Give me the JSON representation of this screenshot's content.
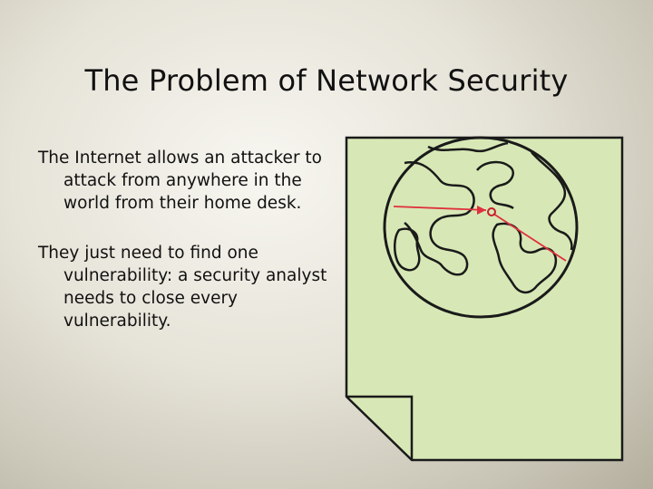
{
  "slide": {
    "title": "The Problem of Network Security",
    "paragraphs": [
      "The Internet allows an attacker to attack from anywhere in the world from their home desk.",
      "They just need to find one vulnerability: a security analyst needs to close every vulnerability."
    ]
  },
  "illustration": {
    "icons": [
      "document-folded-corner-icon",
      "globe-icon",
      "attack-arrow-icon"
    ],
    "colors": {
      "paper": "#d7e8b6",
      "outline": "#1a1a1a",
      "arrow": "#e0303c",
      "target": "#c81e2a"
    }
  }
}
